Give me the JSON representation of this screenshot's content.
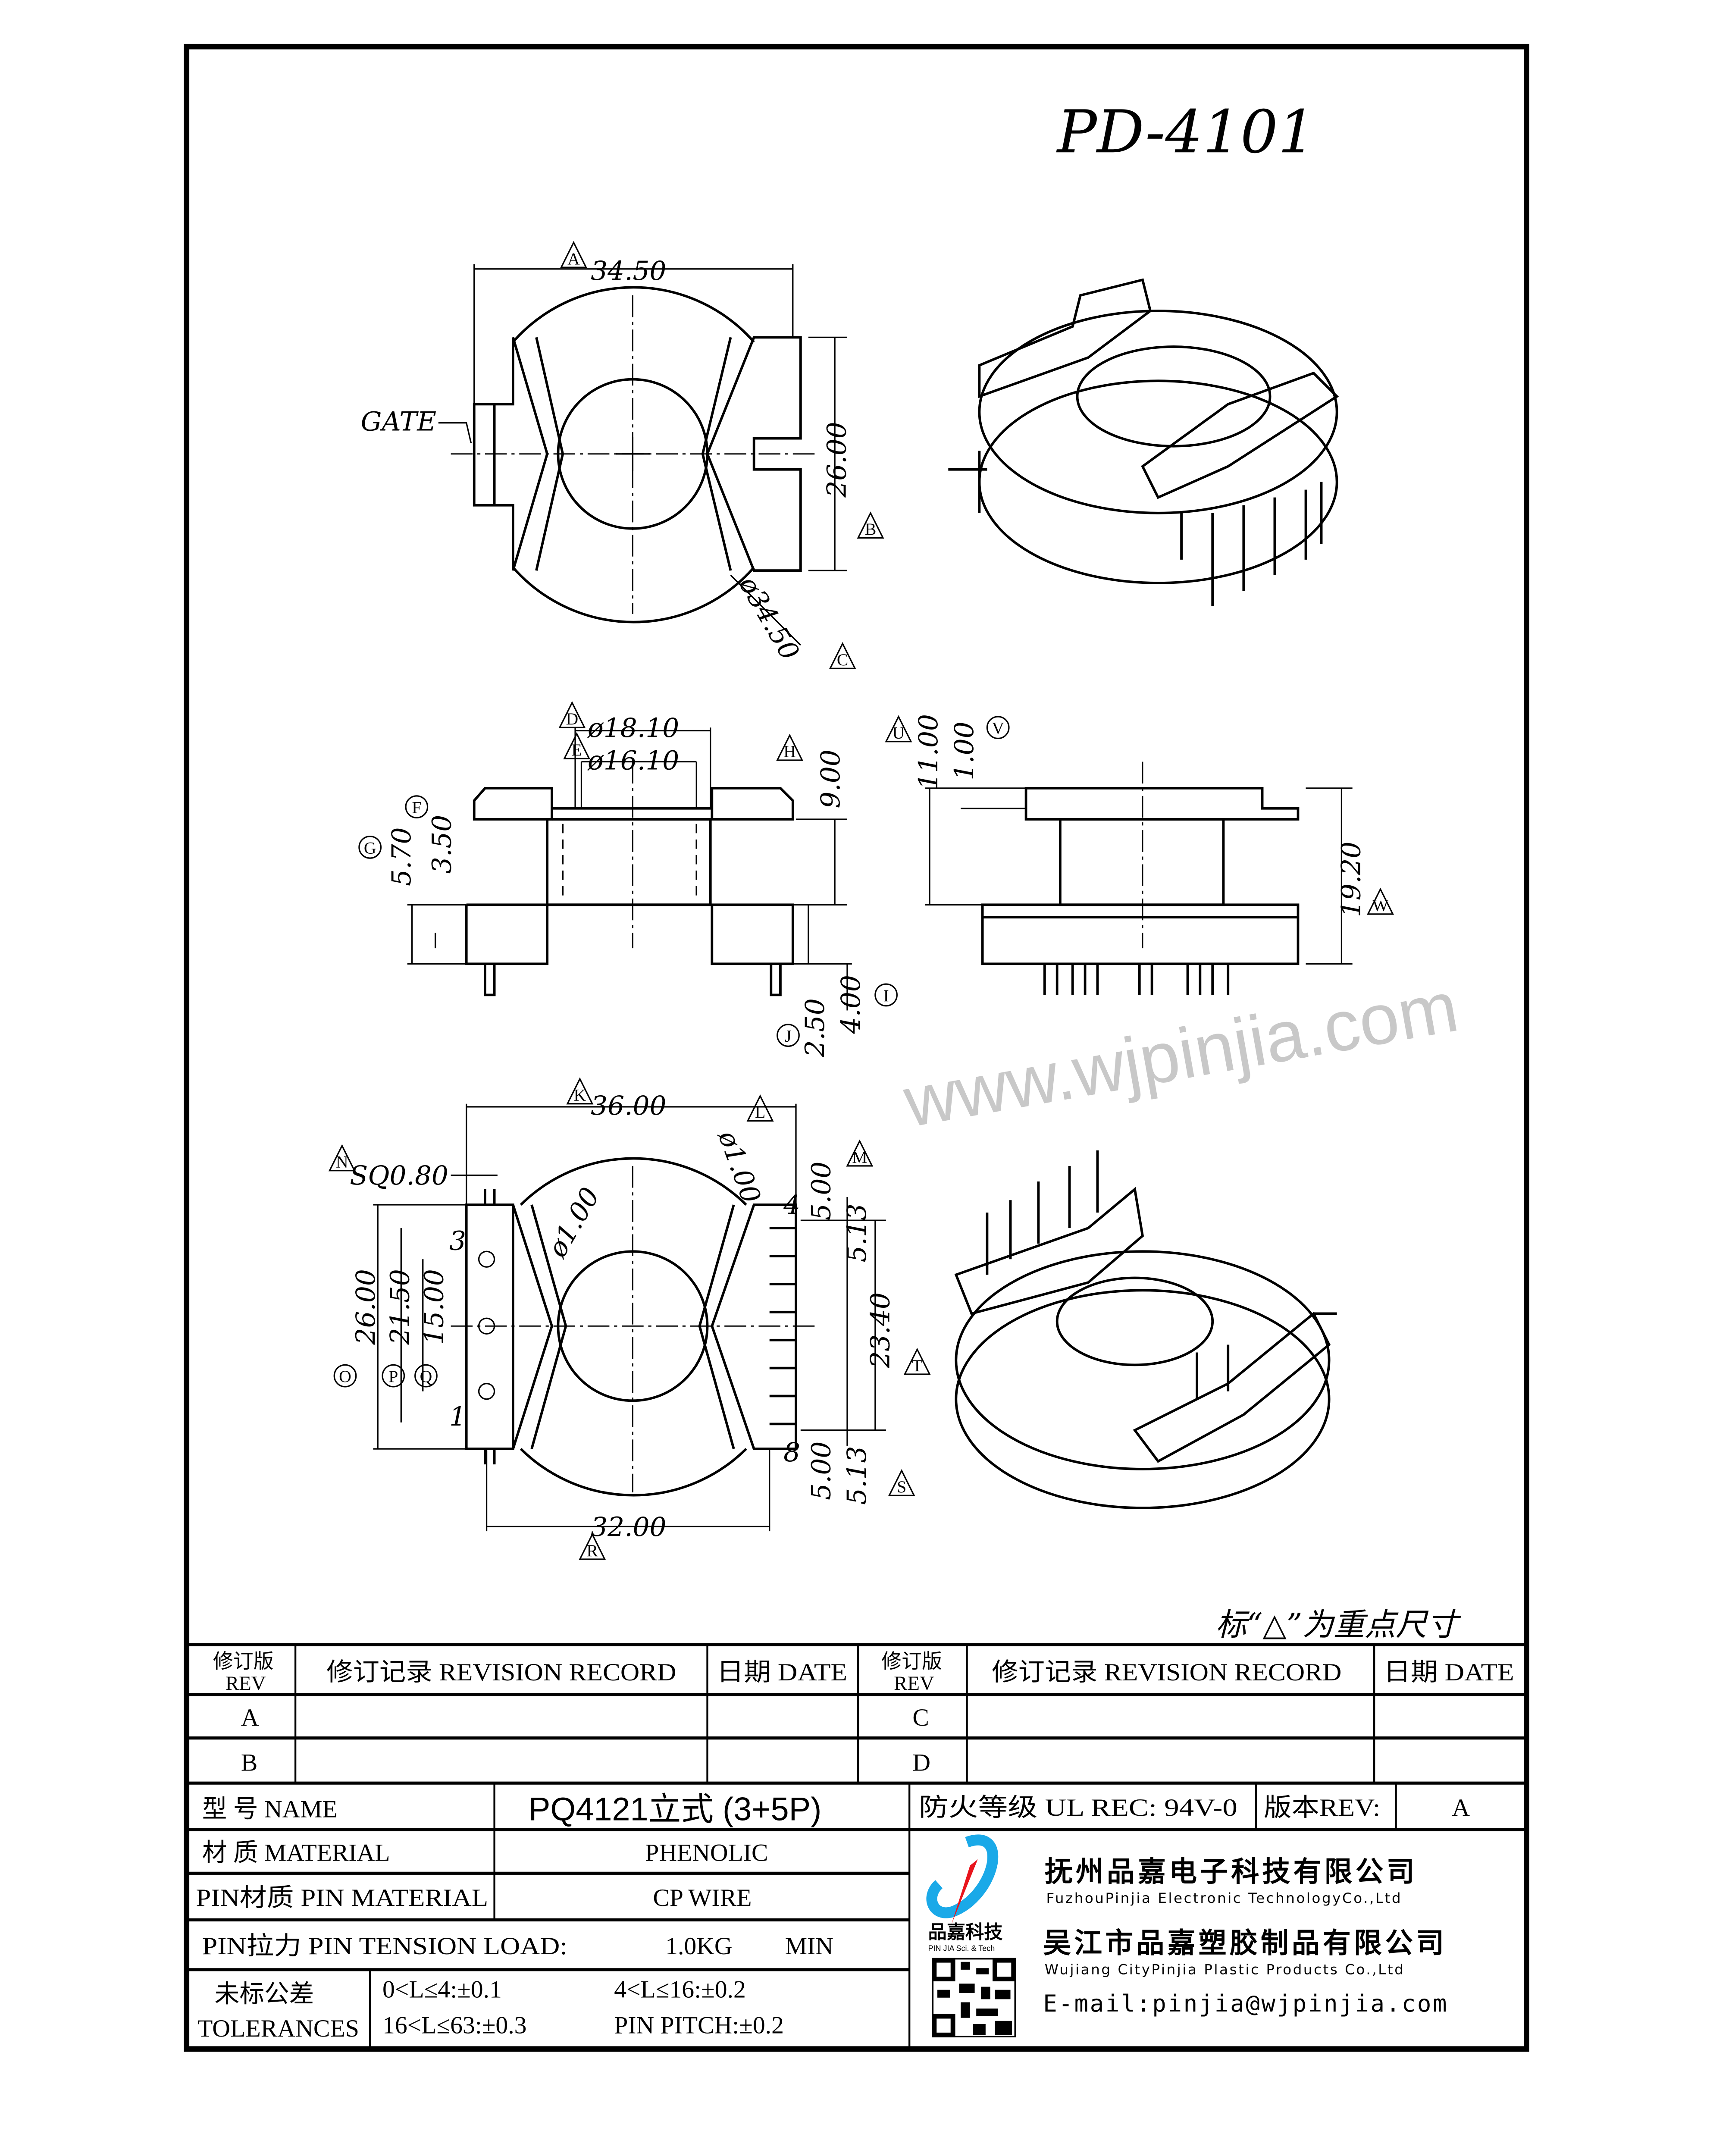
{
  "title": "PD-4101",
  "note": "标“△”为重点尺寸",
  "watermark": "www.wjpinjia.com",
  "gate_label": "GATE",
  "dimensions": {
    "top_width": "34.50",
    "top_height": "26.00",
    "top_diameter": "ø34.50",
    "d_outer": "ø18.10",
    "d_inner": "ø16.10",
    "h_900": "9.00",
    "h_570": "5.70",
    "h_350": "3.50",
    "h_250": "2.50",
    "h_400": "4.00",
    "h_1100": "11.00",
    "h_100": "1.00",
    "h_1920": "19.20",
    "w_3600": "36.00",
    "sq": "SQ0.80",
    "d_pin_l": "ø1.00",
    "d_pin_c": "ø1.00",
    "p_500a": "5.00",
    "p_513a": "5.13",
    "h_2340": "23.40",
    "p_500b": "5.00",
    "p_513b": "5.13",
    "v_2600": "26.00",
    "v_2150": "21.50",
    "v_1500": "15.00",
    "w_3200": "32.00"
  },
  "callouts": {
    "A": "A",
    "B": "B",
    "C": "C",
    "D": "D",
    "E": "E",
    "F": "F",
    "G": "G",
    "H": "H",
    "I": "I",
    "J": "J",
    "K": "K",
    "L": "L",
    "M": "M",
    "N": "N",
    "O": "O",
    "P": "P",
    "Q": "Q",
    "R": "R",
    "S": "S",
    "T": "T",
    "U": "U",
    "V": "V",
    "W": "W"
  },
  "pin_numbers": {
    "p1": "1",
    "p3": "3",
    "p4": "4",
    "p8": "8"
  },
  "revision_table": {
    "rev_header_cn": "修订版",
    "rev_header_en": "REV",
    "record_header": "修订记录 REVISION RECORD",
    "date_header": "日期 DATE",
    "rows": [
      {
        "left_rev": "A",
        "right_rev": "C"
      },
      {
        "left_rev": "B",
        "right_rev": "D"
      }
    ]
  },
  "title_block": {
    "name_label": "型 号 NAME",
    "name_value": "PQ4121立式 (3+5P)",
    "fire_label": "防火等级 UL REC: 94V-0",
    "version_label": "版本REV:",
    "version_value": "A",
    "material_label": "材 质 MATERIAL",
    "material_value": "PHENOLIC",
    "pin_material_label": "PIN材质 PIN MATERIAL",
    "pin_material_value": "CP WIRE",
    "tension_label": "PIN拉力 PIN TENSION LOAD:",
    "tension_value": "1.0KG",
    "tension_unit": "MIN",
    "tolerance_label_cn": "未标公差",
    "tolerance_label_en": "TOLERANCES",
    "tol_1": "0<L≤4:±0.1",
    "tol_2": "4<L≤16:±0.2",
    "tol_3": "16<L≤63:±0.3",
    "tol_4": "PIN PITCH:±0.2"
  },
  "company": {
    "logo_cn": "品嘉科技",
    "logo_en": "PIN JIA Sci. & Tech",
    "name1_cn": "抚州品嘉电子科技有限公司",
    "name1_en": "FuzhouPinjia Electronic TechnologyCo.,Ltd",
    "name2_cn": "吴江市品嘉塑胶制品有限公司",
    "name2_en": "Wujiang CityPinjia  Plastic Products Co.,Ltd",
    "email": "E-mail:pinjia@wjpinjia.com"
  },
  "colors": {
    "logo_blue": "#1aa9e8",
    "logo_red": "#e8141c"
  }
}
